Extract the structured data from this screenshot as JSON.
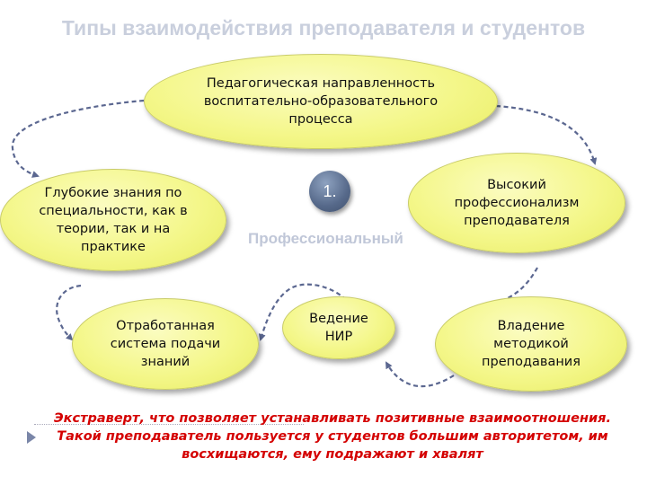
{
  "title": "Типы взаимодействия преподавателя и студентов",
  "badge": "1.",
  "subtitle": "Профессиональный",
  "nodes": {
    "pedagogical": [
      "Педагогическая направленность",
      "воспитательно-образовательного",
      "процесса"
    ],
    "knowledge": [
      "Глубокие знания по",
      "специальности, как в",
      "теории, так и на",
      "практике"
    ],
    "professionalism": [
      "Высокий",
      "профессионализм",
      "преподавателя"
    ],
    "system": [
      "Отработанная",
      "система подачи",
      "знаний"
    ],
    "research": [
      "Ведение",
      "НИР"
    ],
    "methodology": [
      "Владение",
      "методикой",
      "преподавания"
    ]
  },
  "note": "Экстраверт, что позволяет устанавливать позитивные взаимоотношения. Такой преподаватель пользуется у студентов большим авторитетом, им восхищаются, ему подражают и хвалят",
  "colors": {
    "node_fill": "#f4f78a",
    "link": "#5b6790",
    "note": "#d40000",
    "badge": "#56698a",
    "title": "#c9cfdd"
  }
}
